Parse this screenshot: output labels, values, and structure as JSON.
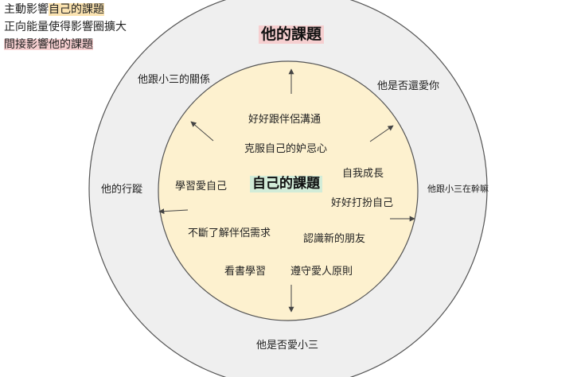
{
  "legend": {
    "line1": {
      "prefix": "主動影響",
      "highlight": "自己的課題"
    },
    "line2": "正向能量使得影響圈擴大",
    "line3": "間接影響他的課題"
  },
  "outer": {
    "title": "他的課題",
    "items": {
      "top_left": "他跟小三的關係",
      "top_right": "他是否還愛你",
      "left": "他的行蹤",
      "right": "他跟小三在幹嘛",
      "bottom": "他是否愛小三"
    }
  },
  "inner": {
    "title": "自己的課題",
    "items": {
      "i1": "好好跟伴侶溝通",
      "i2": "克服自己的妒忌心",
      "i3": "自我成長",
      "i4": "學習愛自己",
      "i5": "好好打扮自己",
      "i6": "不斷了解伴侶需求",
      "i7": "認識新的朋友",
      "i8": "看書學習",
      "i9": "遵守愛人原則"
    }
  },
  "colors": {
    "inner_fill": "#fdf1cf",
    "outer_fill": "#efefef",
    "stroke": "#555555",
    "arrow": "#444444",
    "pink": "#f6cfd0",
    "yellow": "#fbe3b0",
    "green": "#d2ecd8"
  }
}
